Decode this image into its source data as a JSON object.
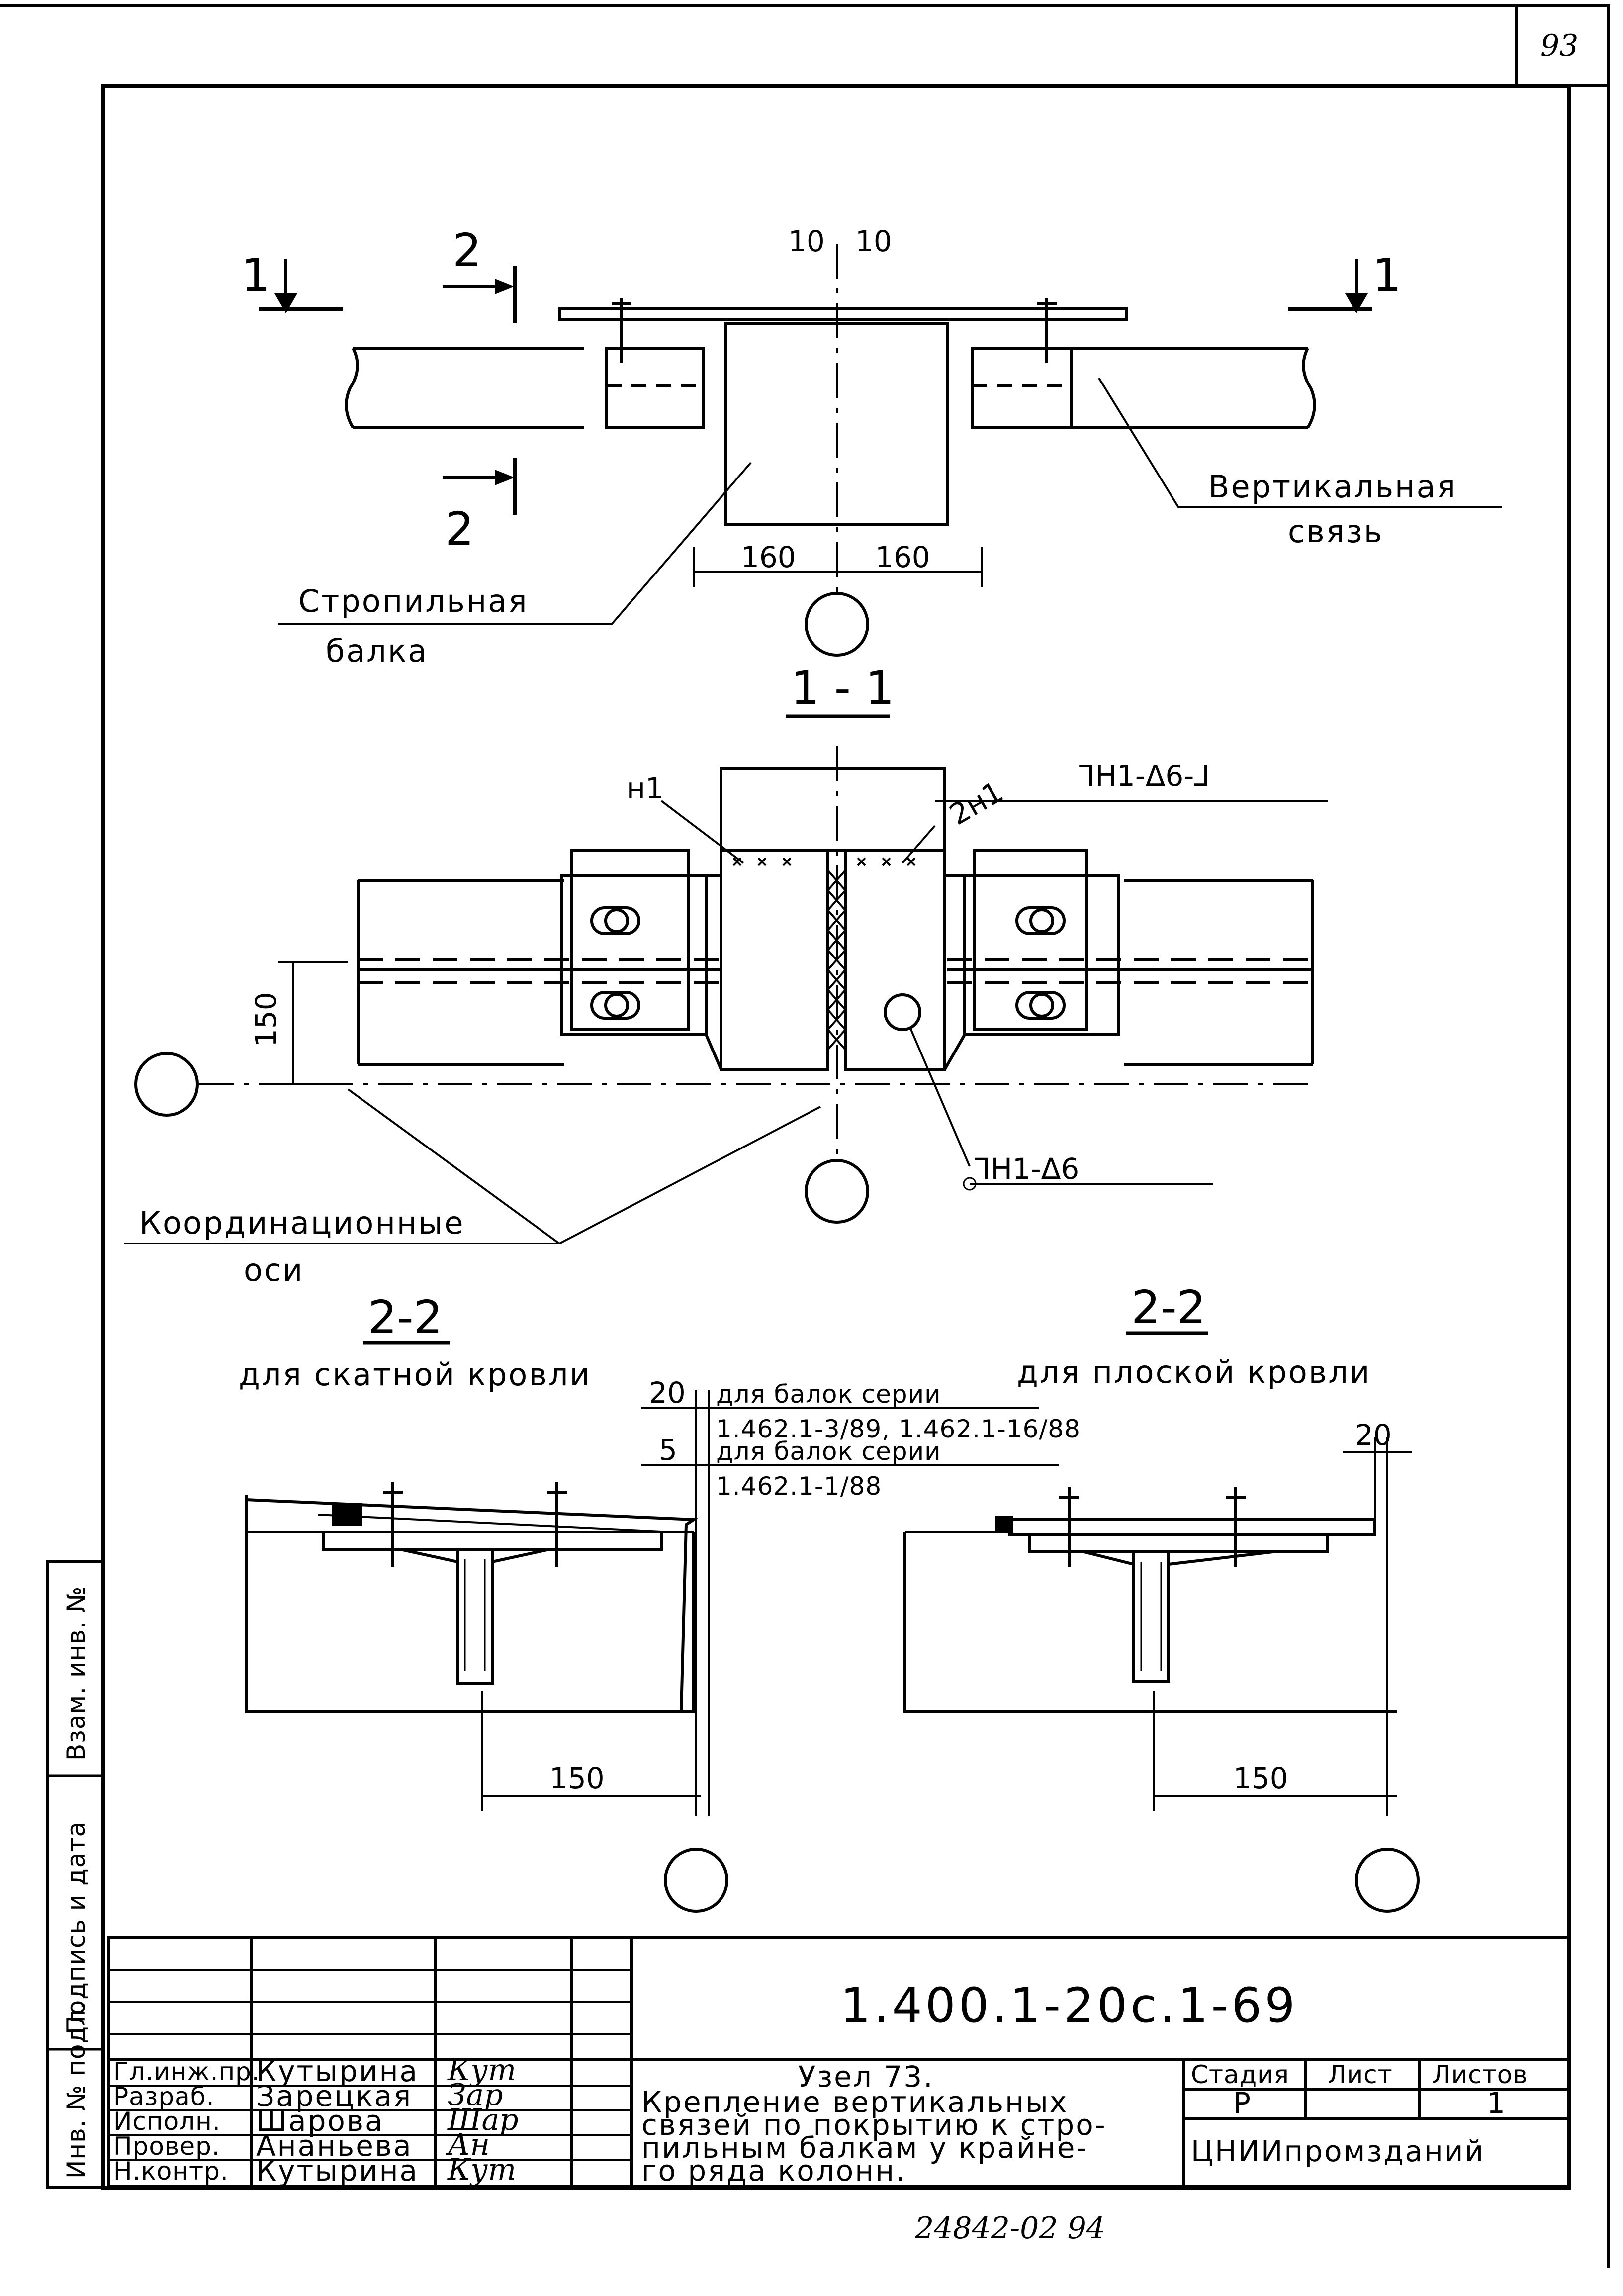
{
  "page_number": "93",
  "bottom_number": "24842-02   94",
  "top_plan": {
    "label_beam_1": "Стропильная",
    "label_beam_2": "балка",
    "label_brace_1": "Вертикальная",
    "label_brace_2": "связь",
    "section_1_left": "1",
    "section_1_right": "1",
    "section_2_top": "2",
    "section_2_bottom": "2",
    "dim_10_left": "10",
    "dim_10_right": "10",
    "dim_160_left": "160",
    "dim_160_right": "160"
  },
  "section_1_1": {
    "title": "1 - 1",
    "weld_n1": "н1",
    "weld_2n1": "2н1",
    "weld_top_right": "⅂Н1-Δ6-⅃",
    "weld_bottom": "⅂Н1-Δ6",
    "dim_150": "150",
    "label_axes_1": "Координационные",
    "label_axes_2": "оси"
  },
  "section_2_2_left": {
    "title": "2-2",
    "subtitle": "для скатной кровли",
    "dim_20": "20",
    "dim_5": "5",
    "note_1": "для балок серии",
    "note_2": "1.462.1-3/89, 1.462.1-16/88",
    "note_3": "для балок серии",
    "note_4": "1.462.1-1/88",
    "dim_150": "150"
  },
  "section_2_2_right": {
    "title": "2-2",
    "subtitle": "для плоской кровли",
    "dim_20": "20",
    "dim_150": "150"
  },
  "side_stamp": {
    "inv_podl": "Инв. № подл.",
    "podpis": "Подпись и дата",
    "vzam": "Взам. инв. №"
  },
  "title_block": {
    "document_code": "1.400.1-20с.1-69",
    "node_title": "Узел 73.",
    "description_lines": [
      "Крепление вертикальных",
      "связей по покрытию к стро-",
      "пильным балкам у крайне-",
      "го ряда колонн."
    ],
    "stage_header": "Стадия",
    "sheet_header": "Лист",
    "sheets_header": "Листов",
    "stage_value": "Р",
    "sheets_value": "1",
    "organization": "ЦНИИпромзданий",
    "roles": [
      "Гл.инж.пр.",
      "Разраб.",
      "Исполн.",
      "Провер.",
      "Н.контр."
    ],
    "names": [
      "Кутырина",
      "Зарецкая",
      "Шарова",
      "Ананьева",
      "Кутырина"
    ],
    "signatures": [
      "Кут",
      "Зар",
      "Шар",
      "Ан",
      "Кут"
    ]
  }
}
